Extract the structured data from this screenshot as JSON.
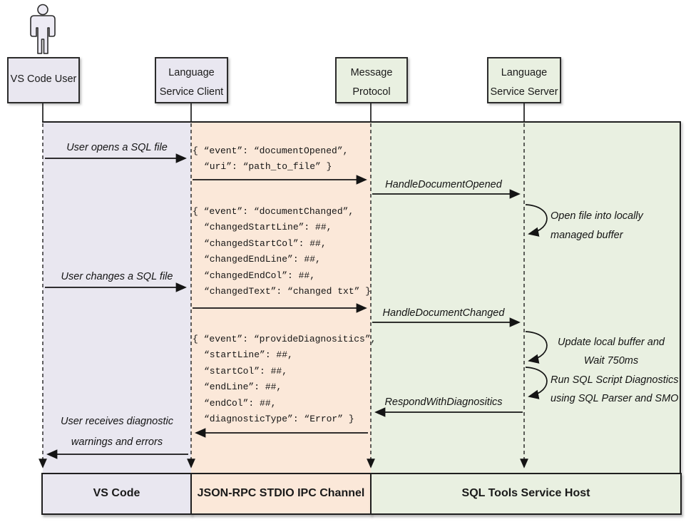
{
  "diagram": {
    "title_hint": "VS Code SQL Tools language service sequence diagram",
    "actors": {
      "user": {
        "line1": "VS Code User",
        "line2": ""
      },
      "client": {
        "line1": "Language",
        "line2": "Service Client"
      },
      "protocol": {
        "line1": "Message",
        "line2": "Protocol"
      },
      "server": {
        "line1": "Language",
        "line2": "Service Server"
      }
    },
    "lanes": {
      "left": "VS Code",
      "middle": "JSON-RPC STDIO IPC Channel",
      "right": "SQL Tools Service Host"
    },
    "user_messages": {
      "opens": "User opens a SQL file",
      "changes": "User changes a SQL file",
      "receives": "User receives diagnostic\nwarnings and errors"
    },
    "server_messages": {
      "handle_opened": "HandleDocumentOpened",
      "handle_changed": "HandleDocumentChanged",
      "respond": "RespondWithDiagnositics"
    },
    "server_notes": {
      "open_file": "Open file into locally\nmanaged buffer",
      "update": "Update local buffer and\nWait 750ms",
      "run": "Run SQL Script Diagnostics\nusing SQL Parser and SMO"
    },
    "payloads": {
      "opened": [
        "{ “event”: “documentOpened”,",
        "“uri”: “path_to_file” }"
      ],
      "changed": [
        "{ “event”: “documentChanged”,",
        "“changedStartLine”: ##,",
        "“changedStartCol”: ##,",
        "“changedEndLine”: ##,",
        "“changedEndCol”: ##,",
        "“changedText”: “changed txt” }"
      ],
      "diagnostics": [
        "{ “event”: “provideDiagnositics”,",
        "“startLine”: ##,",
        "“startCol”: ##,",
        "“endLine”: ##,",
        "“endCol”: ##,",
        "“diagnosticType”: “Error” }"
      ]
    },
    "colors": {
      "lavender": "#e9e7f0",
      "peach": "#fbe8d9",
      "green": "#e9f0e1",
      "ink": "#1f1f1f"
    }
  }
}
